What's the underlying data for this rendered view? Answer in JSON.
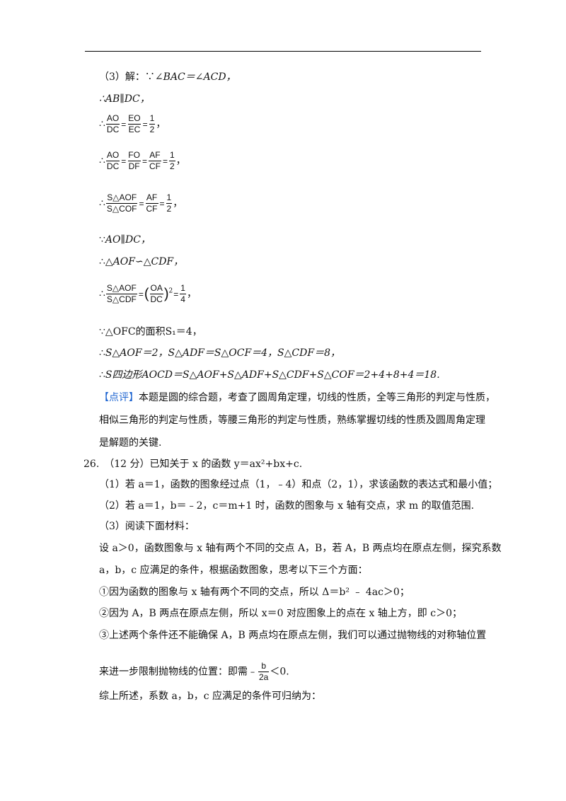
{
  "lines": {
    "l1_prefix": "（3）解：∵",
    "l1_expr": "∠BAC＝∠ACD，",
    "l2": "∴AB∥DC，",
    "therefore": "∴",
    "since": "∵",
    "comma": "，",
    "eq": "=",
    "f_ao": "AO",
    "f_dc": "DC",
    "f_eo": "EO",
    "f_ec": "EC",
    "f_1": "1",
    "f_2": "2",
    "f_fo": "FO",
    "f_df": "DF",
    "f_af": "AF",
    "f_cf": "CF",
    "f_4": "4",
    "s_aof": "S△AOF",
    "s_cof": "S△COF",
    "s_cdf": "S△CDF",
    "f_oa": "OA",
    "power": "2",
    "l6": "AO∥DC，",
    "l7": "△AOF∽△CDF，",
    "l9": "△OFC的面积S₁＝4，",
    "l10": "S△AOF＝2，S△ADF＝S△OCF＝4，S△CDF＝8，",
    "l11": "S四边形AOCD＝S△AOF+S△ADF+S△CDF+S△COF＝2+4+8+4＝18.",
    "review_tag": "【点评】",
    "review_1": "本题是圆的综合题，考查了圆周角定理，切线的性质，全等三角形的判定与性质，",
    "review_2": "相似三角形的判定与性质，等腰三角形的判定与性质，熟练掌握切线的性质及圆周角定理",
    "review_3": "是解题的关键.",
    "q26": "26.　（12 分）已知关于 x 的函数 y＝ax²+bx+c.",
    "q26_1": "（1）若 a＝1，函数的图象经过点（1，﹣4）和点（2，1），求该函数的表达式和最小值；",
    "q26_2": "（2）若 a＝1，b＝﹣2，c＝m+1 时，函数的图象与 x 轴有交点，求 m 的取值范围.",
    "q26_3": "（3）阅读下面材料：",
    "m1": "设 a＞0，函数图象与 x 轴有两个不同的交点 A，B，若 A，B 两点均在原点左侧，探究系数",
    "m2": "a，b，c 应满足的条件，根据函数图象，思考以下三个方面：",
    "c1": "①因为函数的图象与 x 轴有两个不同的交点，所以 Δ＝b² ﹣ 4ac＞0；",
    "c2": "②因为 A，B 两点在原点左侧，所以 x＝0 对应图象上的点在 x 轴上方，即 c＞0；",
    "c3": "③上述两个条件还不能确保 A，B 两点均在原点左侧，我们可以通过抛物线的对称轴位置",
    "c4_pre": "来进一步限制抛物线的位置：即需﹣",
    "c4_num": "b",
    "c4_den": "2a",
    "c4_post": "＜0.",
    "sum": "综上所述，系数 a，b，c 应满足的条件可归纳为："
  }
}
